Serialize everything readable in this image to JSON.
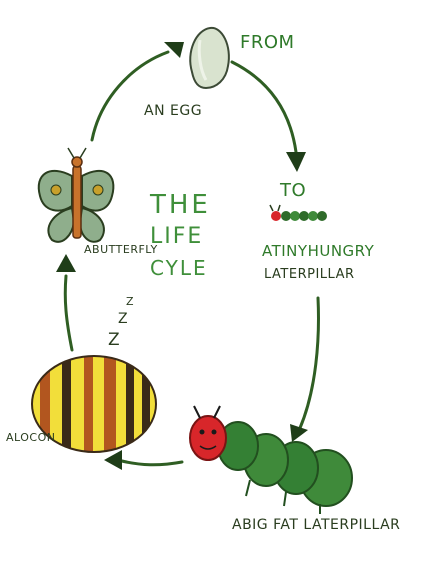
{
  "title": {
    "line1": "THE",
    "line2": "LIFE",
    "line3": "CYLE"
  },
  "stages": {
    "egg": {
      "label": "AN EGG",
      "connector_from": "FROM"
    },
    "tiny_caterpillar": {
      "connector_to": "TO",
      "label_line1": "ATINYHUNGRY",
      "label_line2": "LATERPILLAR"
    },
    "big_caterpillar": {
      "label": "ABIG FAT LATERPILLAR"
    },
    "cocoon": {
      "label": "ALOCON",
      "sleep_marks": [
        "Z",
        "Z",
        "Z"
      ]
    },
    "butterfly": {
      "label": "ABUTTERFLY"
    }
  },
  "colors": {
    "arrow": "#2f5e23",
    "title": "#3f8f3a",
    "label_green": "#2f7a2a",
    "label_dark": "#2a3d1f",
    "egg": "#d9e3cf",
    "cocoon_yellow": "#f2de3a",
    "cocoon_brown": "#b2561f",
    "caterpillar_green": "#3f8a3a",
    "caterpillar_head": "#d8262a",
    "butterfly_body": "#c8722b",
    "butterfly_wing": "#8fae8c"
  }
}
